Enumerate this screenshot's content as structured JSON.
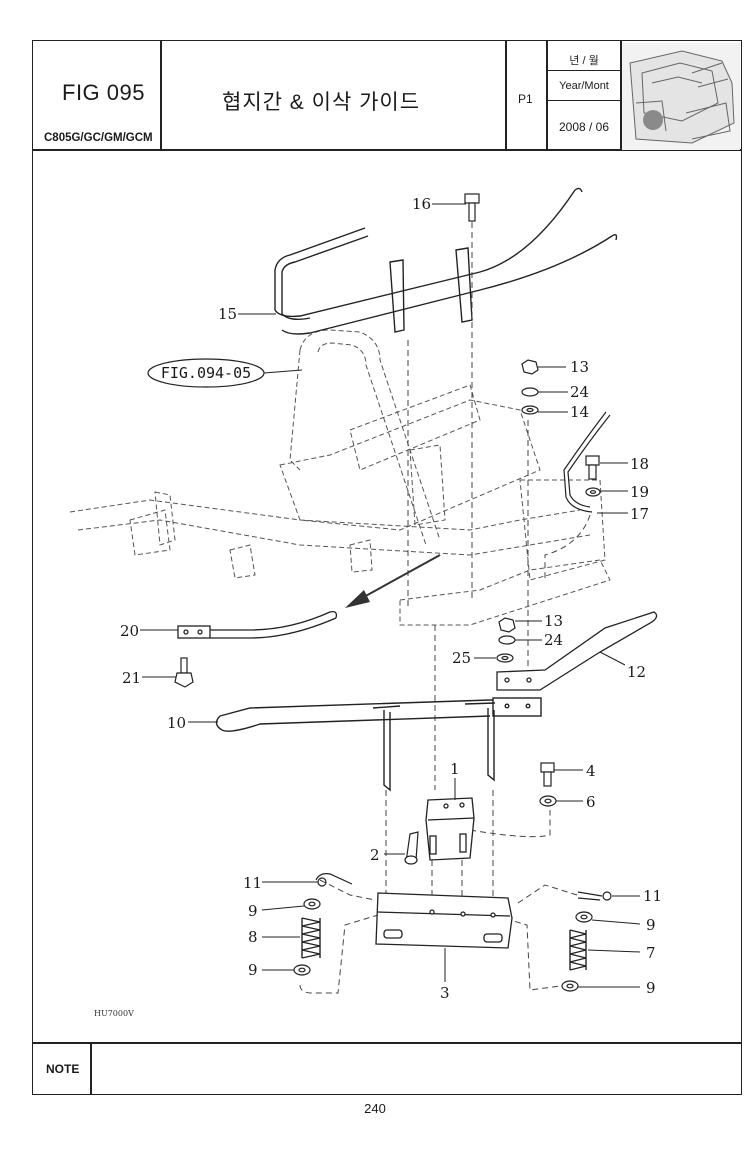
{
  "header": {
    "fig_no": "FIG 095",
    "model": "C805G/GC/GM/GCM",
    "title": "협지간 & 이삭 가이드",
    "page": "P1",
    "year_label_ko": "년 / 월",
    "year_label_en": "Year/Mont",
    "date": "2008 / 06"
  },
  "diagram": {
    "fig_ref": "FIG.094-05",
    "drawing_code": "HU7000V",
    "callouts": [
      {
        "id": "c16",
        "label": "16"
      },
      {
        "id": "c15",
        "label": "15"
      },
      {
        "id": "c13a",
        "label": "13"
      },
      {
        "id": "c24a",
        "label": "24"
      },
      {
        "id": "c14",
        "label": "14"
      },
      {
        "id": "c18",
        "label": "18"
      },
      {
        "id": "c19",
        "label": "19"
      },
      {
        "id": "c17",
        "label": "17"
      },
      {
        "id": "c20",
        "label": "20"
      },
      {
        "id": "c21",
        "label": "21"
      },
      {
        "id": "c13b",
        "label": "13"
      },
      {
        "id": "c24b",
        "label": "24"
      },
      {
        "id": "c25",
        "label": "25"
      },
      {
        "id": "c12",
        "label": "12"
      },
      {
        "id": "c10",
        "label": "10"
      },
      {
        "id": "c1",
        "label": "1"
      },
      {
        "id": "c4",
        "label": "4"
      },
      {
        "id": "c6",
        "label": "6"
      },
      {
        "id": "c2",
        "label": "2"
      },
      {
        "id": "c11a",
        "label": "11"
      },
      {
        "id": "c11b",
        "label": "11"
      },
      {
        "id": "c9a",
        "label": "9"
      },
      {
        "id": "c8",
        "label": "8"
      },
      {
        "id": "c9b",
        "label": "9"
      },
      {
        "id": "c3",
        "label": "3"
      },
      {
        "id": "c9c",
        "label": "9"
      },
      {
        "id": "c7",
        "label": "7"
      },
      {
        "id": "c9d",
        "label": "9"
      }
    ]
  },
  "footer": {
    "note_label": "NOTE",
    "page_number": "240"
  }
}
